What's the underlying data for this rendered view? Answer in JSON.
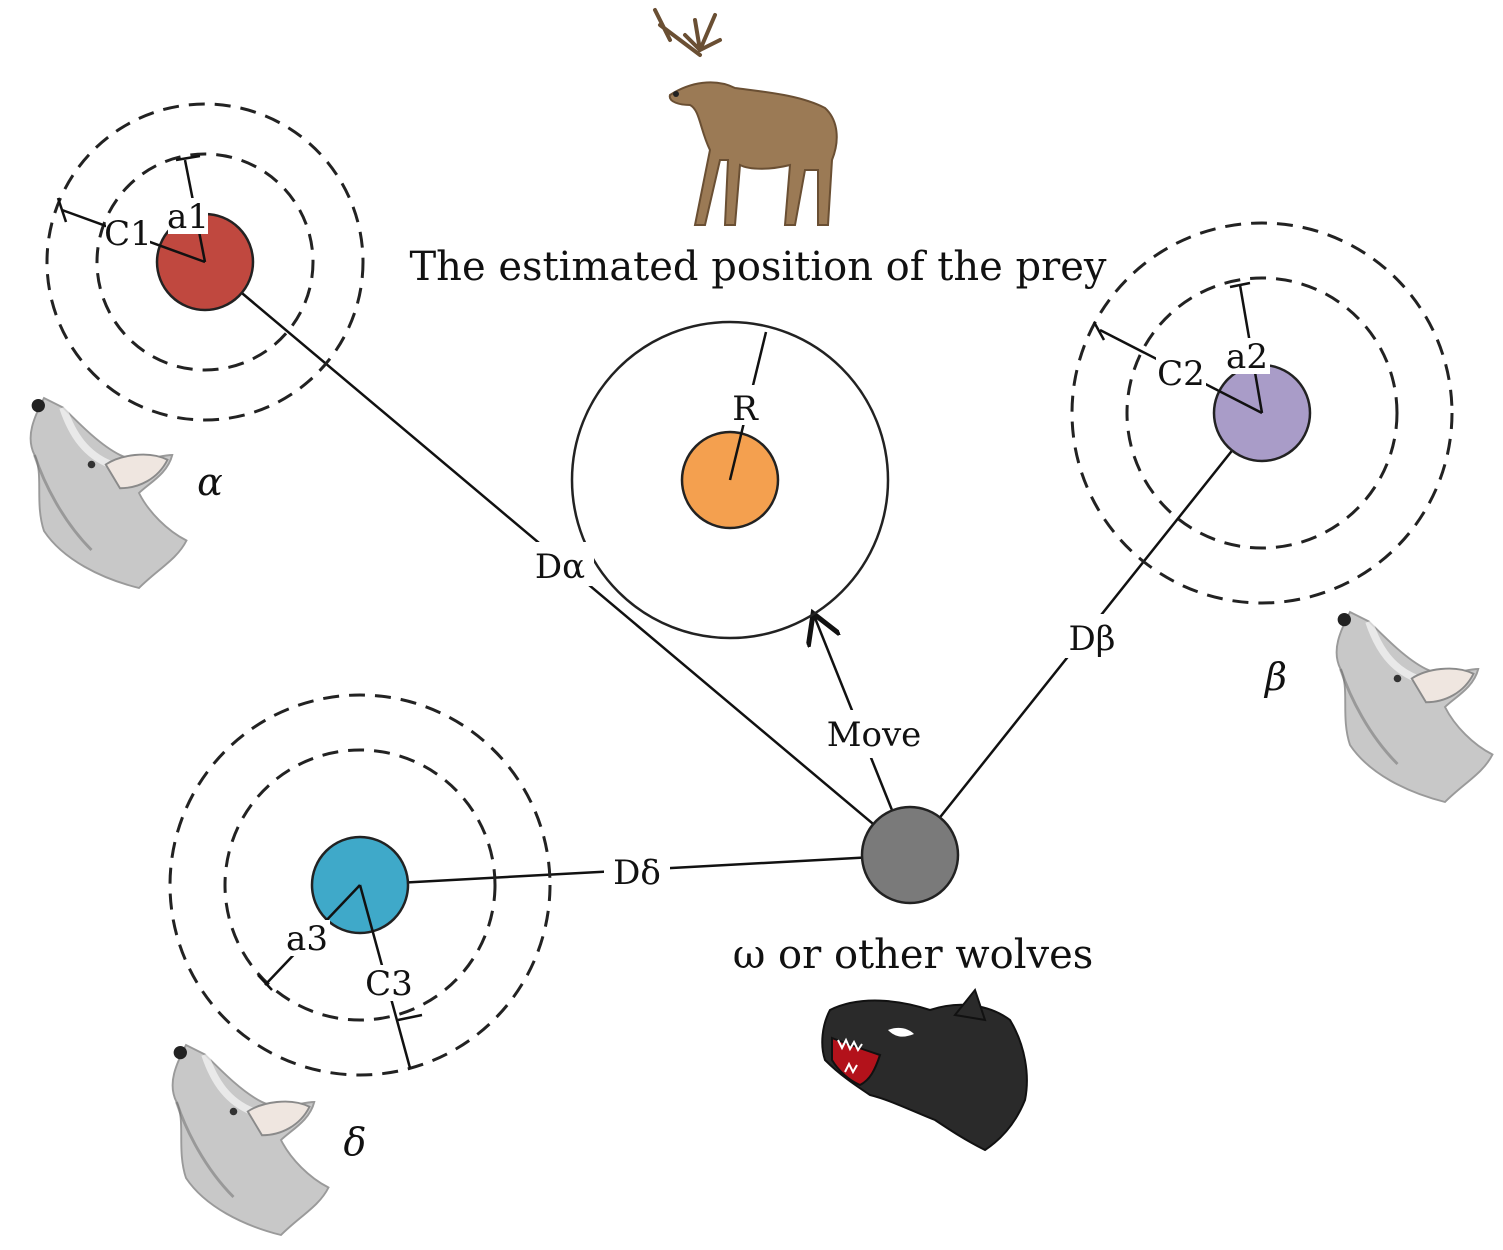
{
  "labels": {
    "prey_caption": "The estimated position of the prey",
    "omega_caption": "ω or other wolves",
    "move": "Move",
    "radius_R": "R",
    "alpha": {
      "symbol": "α",
      "distance": "Dα",
      "a": "a1",
      "c": "C1"
    },
    "beta": {
      "symbol": "β",
      "distance": "Dβ",
      "a": "a2",
      "c": "C2"
    },
    "delta": {
      "symbol": "δ",
      "distance": "Dδ",
      "a": "a3",
      "c": "C3"
    }
  },
  "colors": {
    "alpha_node": "#c0483f",
    "beta_node": "#a99cc8",
    "delta_node": "#3fa9c9",
    "prey_node": "#f4a04f",
    "omega_node": "#7a7a7a",
    "wolf_fur": "#bfbfbf",
    "deer": "#9b7a55"
  },
  "icons": [
    "deer-icon",
    "howling-wolf-icon",
    "snarling-wolf-icon"
  ]
}
